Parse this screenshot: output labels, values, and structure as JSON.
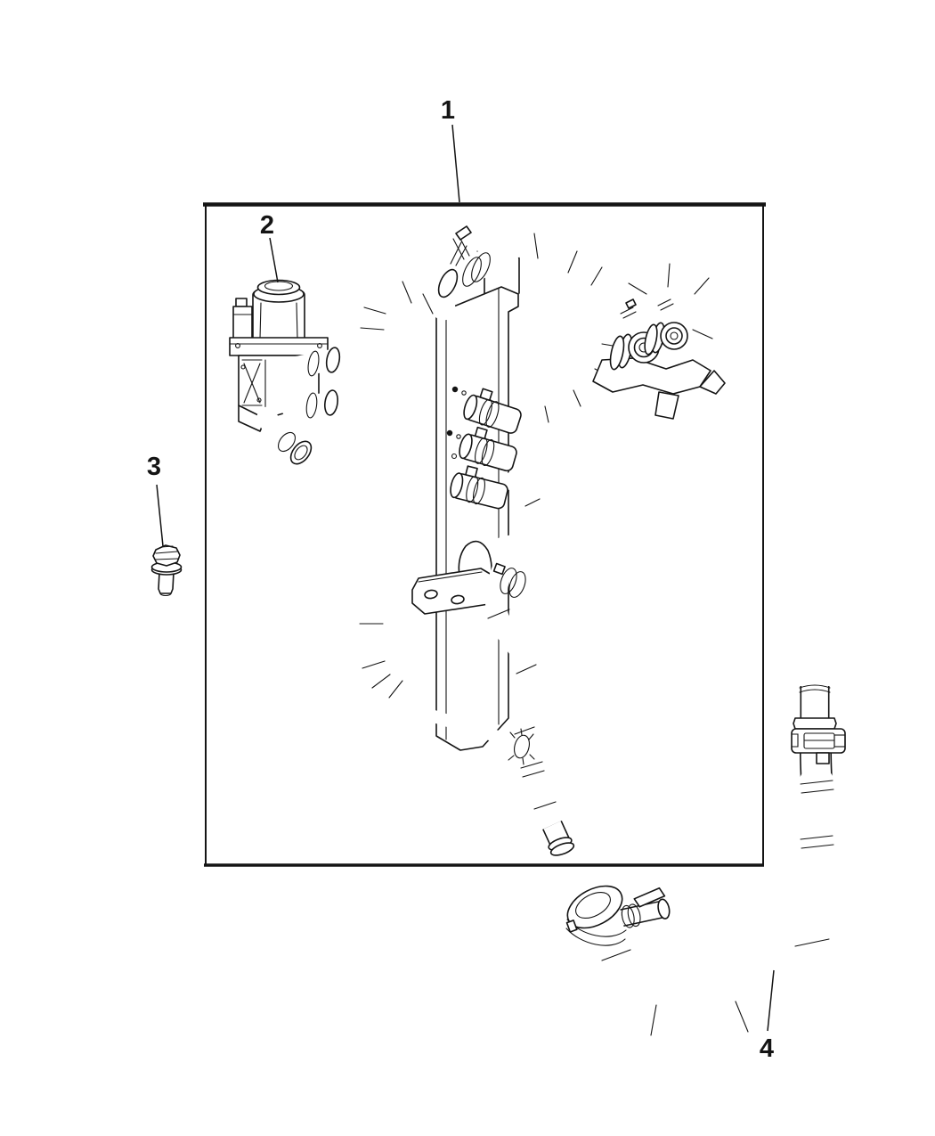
{
  "diagram": {
    "type": "exploded-parts-diagram",
    "subject": "heater-plumbing",
    "background_color": "#ffffff",
    "line_color": "#141414",
    "callouts": [
      {
        "label": "1",
        "part": "heater-hose-assembly-frame"
      },
      {
        "label": "2",
        "part": "heater-water-control-valve"
      },
      {
        "label": "3",
        "part": "hex-flange-bolt"
      },
      {
        "label": "4",
        "part": "molded-heater-return-hose"
      }
    ]
  }
}
